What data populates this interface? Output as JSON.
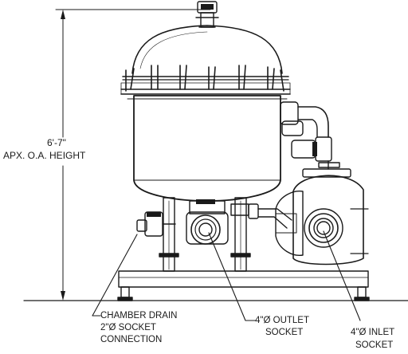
{
  "dimension": {
    "value": "6'-7\"",
    "caption": "APX. O.A. HEIGHT"
  },
  "callouts": {
    "drain": [
      "CHAMBER DRAIN",
      "2\"Ø SOCKET",
      "CONNECTION"
    ],
    "outlet": [
      "4\"Ø OUTLET",
      "SOCKET"
    ],
    "inlet": [
      "4\"Ø INLET",
      "SOCKET"
    ]
  },
  "colors": {
    "line": "#1a1a1a",
    "background": "#ffffff"
  }
}
